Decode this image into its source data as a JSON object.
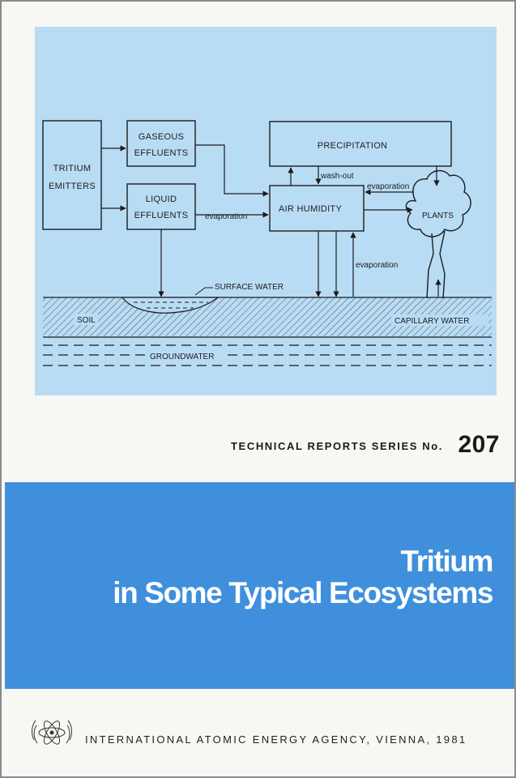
{
  "diagram": {
    "boxes": {
      "tritium_emitters": [
        "TRITIUM",
        "EMITTERS"
      ],
      "gaseous_effluents": [
        "GASEOUS",
        "EFFLUENTS"
      ],
      "liquid_effluents": [
        "LIQUID",
        "EFFLUENTS"
      ],
      "precipitation": "PRECIPITATION",
      "air_humidity": "AIR HUMIDITY"
    },
    "labels": {
      "wash_out": "wash-out",
      "evaporation_liquid": "evaporation",
      "evaporation_plants": "evaporation",
      "evaporation_soil": "evaporation",
      "plants": "PLANTS",
      "surface_water": "SURFACE WATER",
      "soil": "SOIL",
      "capillary_water": "CAPILLARY WATER",
      "groundwater": "GROUNDWATER"
    }
  },
  "series": {
    "label": "TECHNICAL REPORTS SERIES No.",
    "number": "207"
  },
  "title": {
    "line1": "Tritium",
    "line2": "in Some Typical Ecosystems"
  },
  "publisher": "INTERNATIONAL ATOMIC ENERGY AGENCY, VIENNA, 1981",
  "colors": {
    "diagram_background": "#b9dcf5",
    "title_band": "#3f8fdc",
    "page_background": "#f7f7f3"
  }
}
